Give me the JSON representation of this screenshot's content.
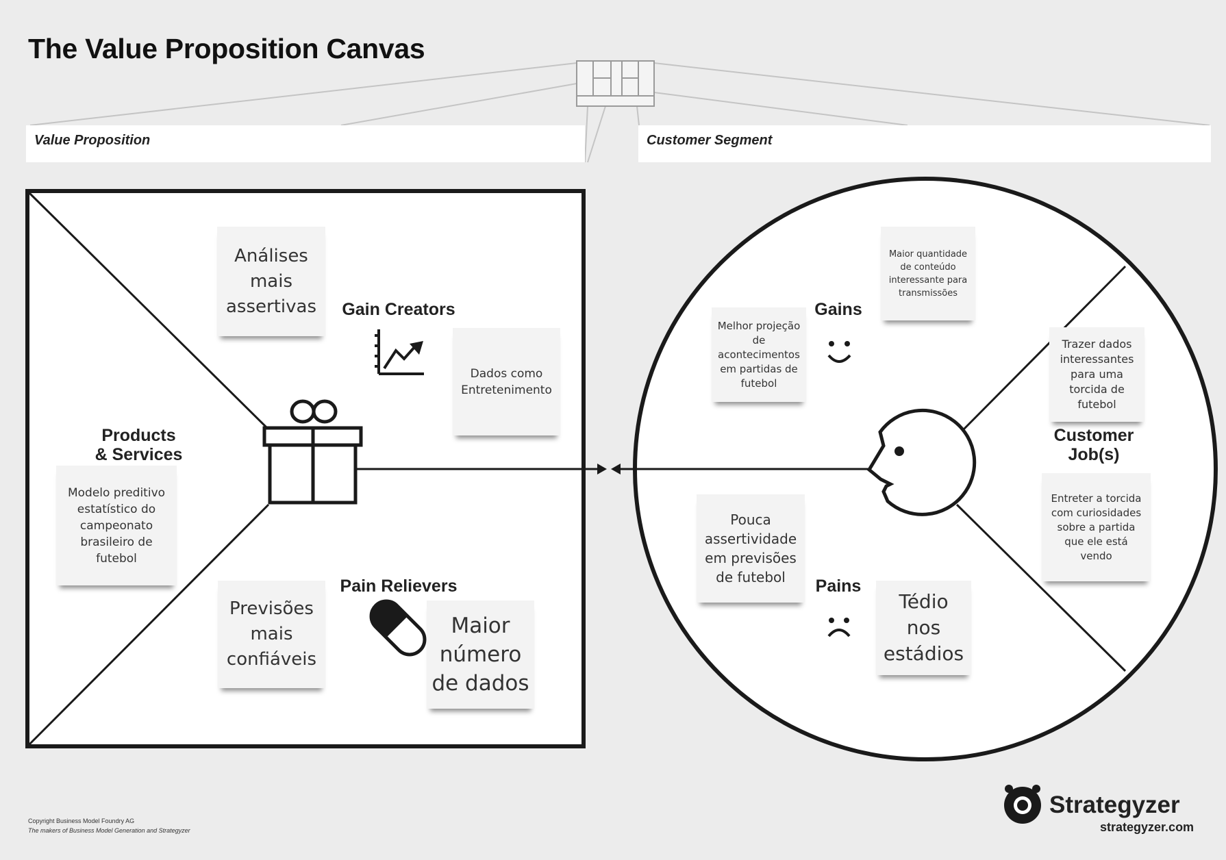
{
  "canvas": {
    "title": "The Value Proposition Canvas",
    "value_proposition_label": "Value Proposition",
    "customer_segment_label": "Customer Segment"
  },
  "sections": {
    "products_services": "Products\n& Services",
    "gain_creators": "Gain Creators",
    "pain_relievers": "Pain Relievers",
    "gains": "Gains",
    "pains": "Pains",
    "customer_jobs": "Customer\nJob(s)"
  },
  "notes": {
    "analises": "Análises\nmais\nassertivas",
    "dados_entretenimento": "Dados como\nEntretenimento",
    "modelo_preditivo": "Modelo preditivo\nestatístico do\ncampeonato\nbrasileiro de\nfutebol",
    "previsoes": "Previsões\nmais\nconfiáveis",
    "maior_numero": "Maior\nnúmero\nde dados",
    "maior_quantidade": "Maior quantidade\nde conteúdo\ninteressante para\ntransmissões",
    "melhor_projecao": "Melhor projeção\nde\nacontecimentos\nem partidas de\nfutebol",
    "trazer_dados": "Trazer dados\ninteressantes\npara uma\ntorcida de\nfutebol",
    "entreter": "Entreter a torcida\ncom curiosidades\nsobre a partida\nque ele está\nvendo",
    "pouca_assertividade": "Pouca\nassertividade\nem previsões\nde futebol",
    "tedio": "Tédio\nnos\nestádios"
  },
  "footer": {
    "copyright": "Copyright Business Model Foundry AG",
    "tagline": "The makers of Business Model Generation and Strategyzer",
    "brand": "Strategyzer",
    "url": "strategyzer.com"
  },
  "icons": [
    "gift-icon",
    "chart-growth-icon",
    "pill-icon",
    "smile-icon",
    "frown-icon",
    "customer-face-icon",
    "strategyzer-logo-icon"
  ]
}
